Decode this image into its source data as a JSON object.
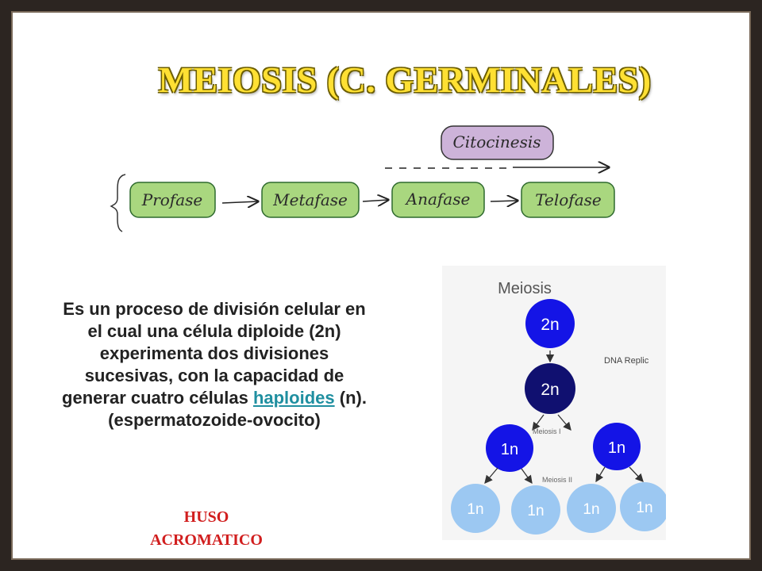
{
  "title": "MEIOSIS (C. GERMINALES)",
  "phases": {
    "profase": "Profase",
    "metafase": "Metafase",
    "anafase": "Anafase",
    "telofase": "Telofase",
    "citocinesis": "Citocinesis"
  },
  "description": {
    "before_link": "Es un proceso de división celular en el cual una célula diploide (2n) experimenta dos divisiones sucesivas, con la capacidad de generar cuatro células ",
    "link": "haploides",
    "after_link": " (n).(espermatozoide-ovocito)"
  },
  "huso": {
    "line1": "HUSO",
    "line2": "ACROMATICO"
  },
  "diagram": {
    "heading": "Meiosis",
    "cell_top": "2n",
    "cell_replicated": "2n",
    "dna_replication": "DNA Replic",
    "meiosis_1": "Meiosis I",
    "meiosis_2": "Meiosis II",
    "cell_m1_left": "1n",
    "cell_m1_right": "1n",
    "cell_m2_1": "1n",
    "cell_m2_2": "1n",
    "cell_m2_3": "1n",
    "cell_m2_4": "1n"
  },
  "colors": {
    "title_fill": "#ffe033",
    "phase_green": "#a9d77f",
    "citocinesis_purple": "#cdb3d9",
    "cell_blue": "#1414e6",
    "cell_dark": "#101070",
    "cell_light": "#9cc8f2",
    "huso_red": "#d11e1e",
    "link_teal": "#1f8fa0"
  }
}
